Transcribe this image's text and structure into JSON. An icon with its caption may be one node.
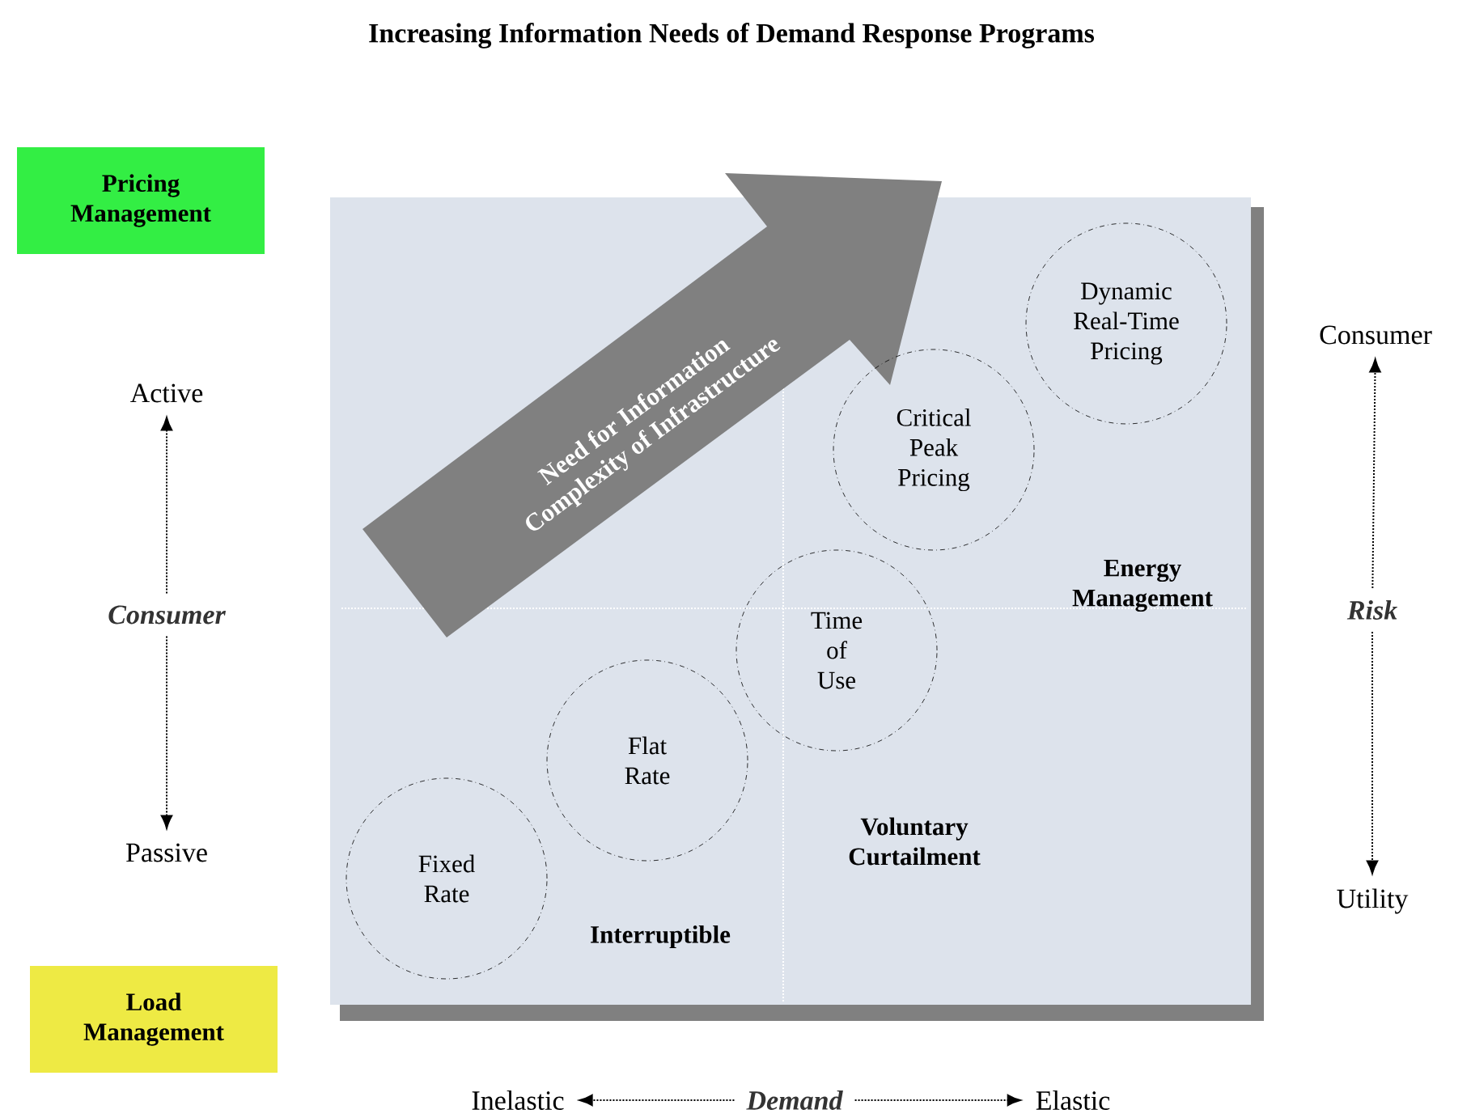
{
  "diagram": {
    "title": "Increasing Information Needs of Demand Response Programs",
    "nodes": [
      {
        "text": [
          "Pricing Management"
        ]
      },
      {
        "text": [
          "Need for Information",
          "Complexity of Infrastructure"
        ]
      },
      {
        "text": [
          "Dynamic Real-Time Pricing"
        ]
      },
      {
        "text": [
          "Consumer"
        ]
      },
      {
        "text": [
          "Active"
        ]
      },
      {
        "text": [
          "Critical Peak Pricing"
        ]
      },
      {
        "text": [
          "Consumer"
        ]
      },
      {
        "text": [
          "Risk"
        ]
      },
      {
        "text": [
          "Time of Use"
        ]
      },
      {
        "text": [
          "Flat Rate"
        ]
      },
      {
        "text": [
          "Fixed Rate"
        ]
      },
      {
        "text": [
          "Passive"
        ]
      },
      {
        "text": [
          "Utility"
        ]
      },
      {
        "text": [
          "Load Management"
        ]
      },
      {
        "text": [
          "Inelastic"
        ]
      },
      {
        "text": [
          "Demand"
        ]
      },
      {
        "text": [
          "Elastic"
        ]
      }
    ],
    "edges": [
      {
        "from": 6,
        "to": 4,
        "arrow": "to"
      },
      {
        "from": 6,
        "to": 11,
        "arrow": "to"
      },
      {
        "from": 7,
        "to": 3,
        "arrow": "to"
      },
      {
        "from": 7,
        "to": 12,
        "arrow": "to"
      },
      {
        "from": 15,
        "to": 14,
        "arrow": "to"
      },
      {
        "from": 15,
        "to": 16,
        "arrow": "to"
      }
    ],
    "labels": [
      "Energy Management",
      "Voluntary Curtailment",
      "Interruptible"
    ]
  }
}
